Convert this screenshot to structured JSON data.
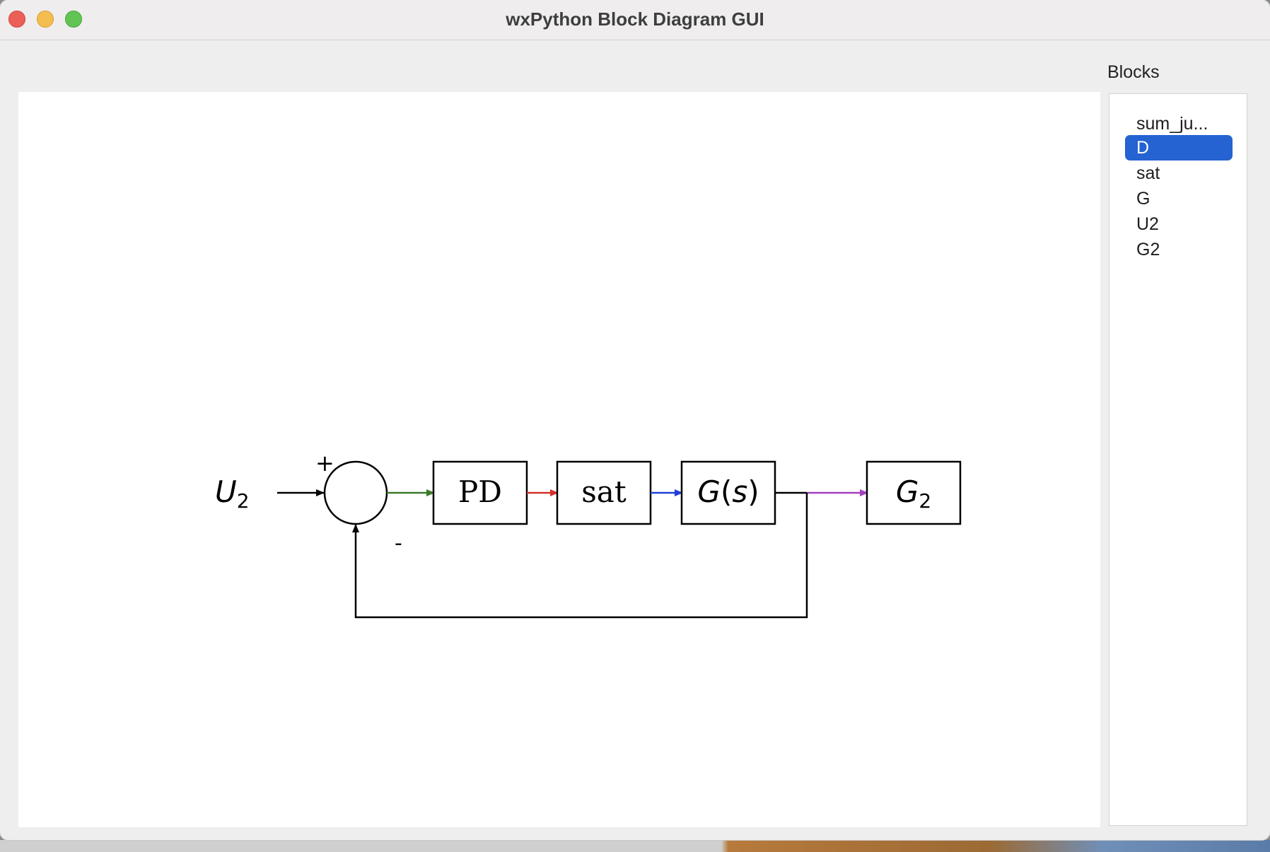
{
  "window": {
    "title": "wxPython Block Diagram GUI"
  },
  "sidebar": {
    "label": "Blocks",
    "items": [
      {
        "label": "sum_ju...",
        "selected": false
      },
      {
        "label": "D",
        "selected": true
      },
      {
        "label": "sat",
        "selected": false
      },
      {
        "label": "G",
        "selected": false
      },
      {
        "label": "U2",
        "selected": false
      },
      {
        "label": "G2",
        "selected": false
      }
    ]
  },
  "diagram": {
    "input_label": "U",
    "input_subscript": "2",
    "sum_plus": "+",
    "sum_minus": "-",
    "pd_label": "PD",
    "sat_label": "sat",
    "g_label_main": "G",
    "g_label_open": "(",
    "g_label_var": "s",
    "g_label_close": ")",
    "g2_label": "G",
    "g2_subscript": "2",
    "colors": {
      "sum_to_pd": "#3c7a2a",
      "pd_to_sat": "#d6302a",
      "sat_to_g": "#1f3fd6",
      "g_to_g2": "#a33fbf",
      "feedback": "#000000"
    }
  },
  "colors": {
    "selection": "#2463d1"
  }
}
